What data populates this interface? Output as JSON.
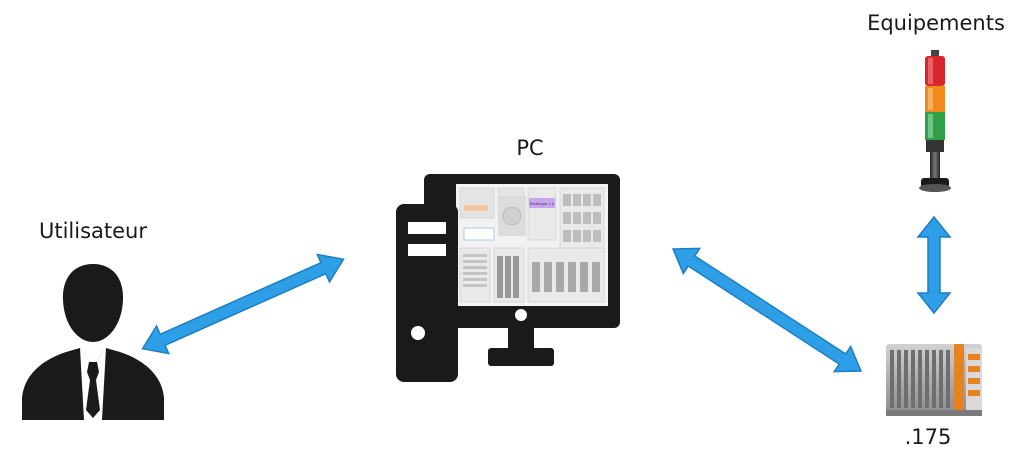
{
  "nodes": {
    "user": {
      "label": "Utilisateur",
      "icon": "user-icon"
    },
    "pc": {
      "label": "PC",
      "icon": "desktop-computer-icon"
    },
    "equipment": {
      "label": "Equipements",
      "icon": "signal-tower-light-icon"
    },
    "controller": {
      "label": ".175",
      "icon": "plc-controller-icon"
    }
  },
  "colors": {
    "arrow": "#2e9fe6",
    "arrow_stroke": "#1b7fc4",
    "icon": "#1a1a1a",
    "tower_red": "#d9262b",
    "tower_orange": "#f28a1d",
    "tower_green": "#2fa046",
    "plc_orange": "#e8821f",
    "plc_gray": "#b8b8b8"
  },
  "pc_screen_badge": "Prototype 1.0"
}
